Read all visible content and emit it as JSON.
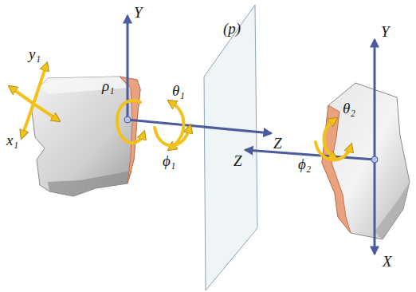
{
  "diagram": {
    "labels": [
      "y₁",
      "Y",
      "x₁",
      "ρ₁",
      "θ₁",
      "ϕ₁",
      "(p)",
      "Z",
      "θ₂",
      "Z",
      "ϕ₂",
      "Y",
      "X"
    ]
  }
}
